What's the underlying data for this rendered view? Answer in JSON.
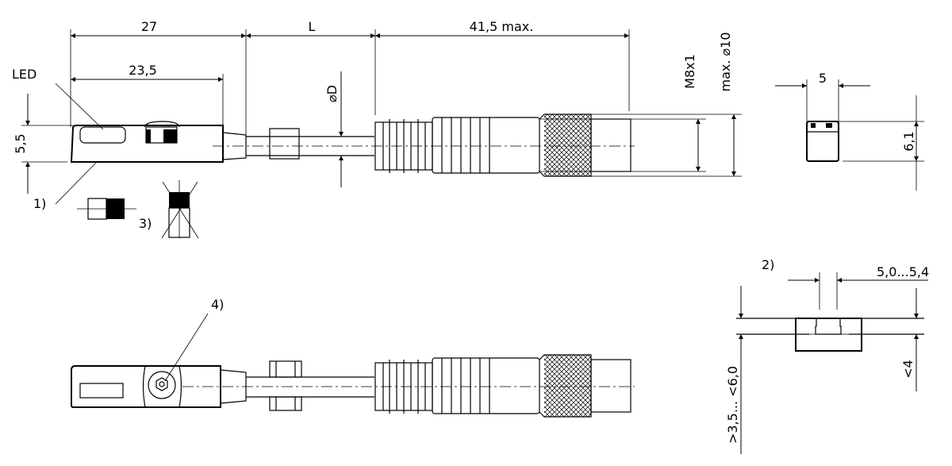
{
  "drawing": {
    "dimensions": {
      "body_length": "27",
      "cable_length": "L",
      "connector_length": "41,5 max.",
      "sensing_length": "23,5",
      "body_height": "5,5",
      "cable_diameter": "⌀D",
      "thread": "M8x1",
      "connector_diameter": "max. ⌀10",
      "end_width": "5",
      "end_height": "6,1",
      "slot_width": "5,0...5,4",
      "slot_depth": ">3,5... <6,0",
      "slot_height": "<4"
    },
    "labels": {
      "led": "LED",
      "note1": "1)",
      "note2": "2)",
      "note3": "3)",
      "note4": "4)"
    }
  }
}
